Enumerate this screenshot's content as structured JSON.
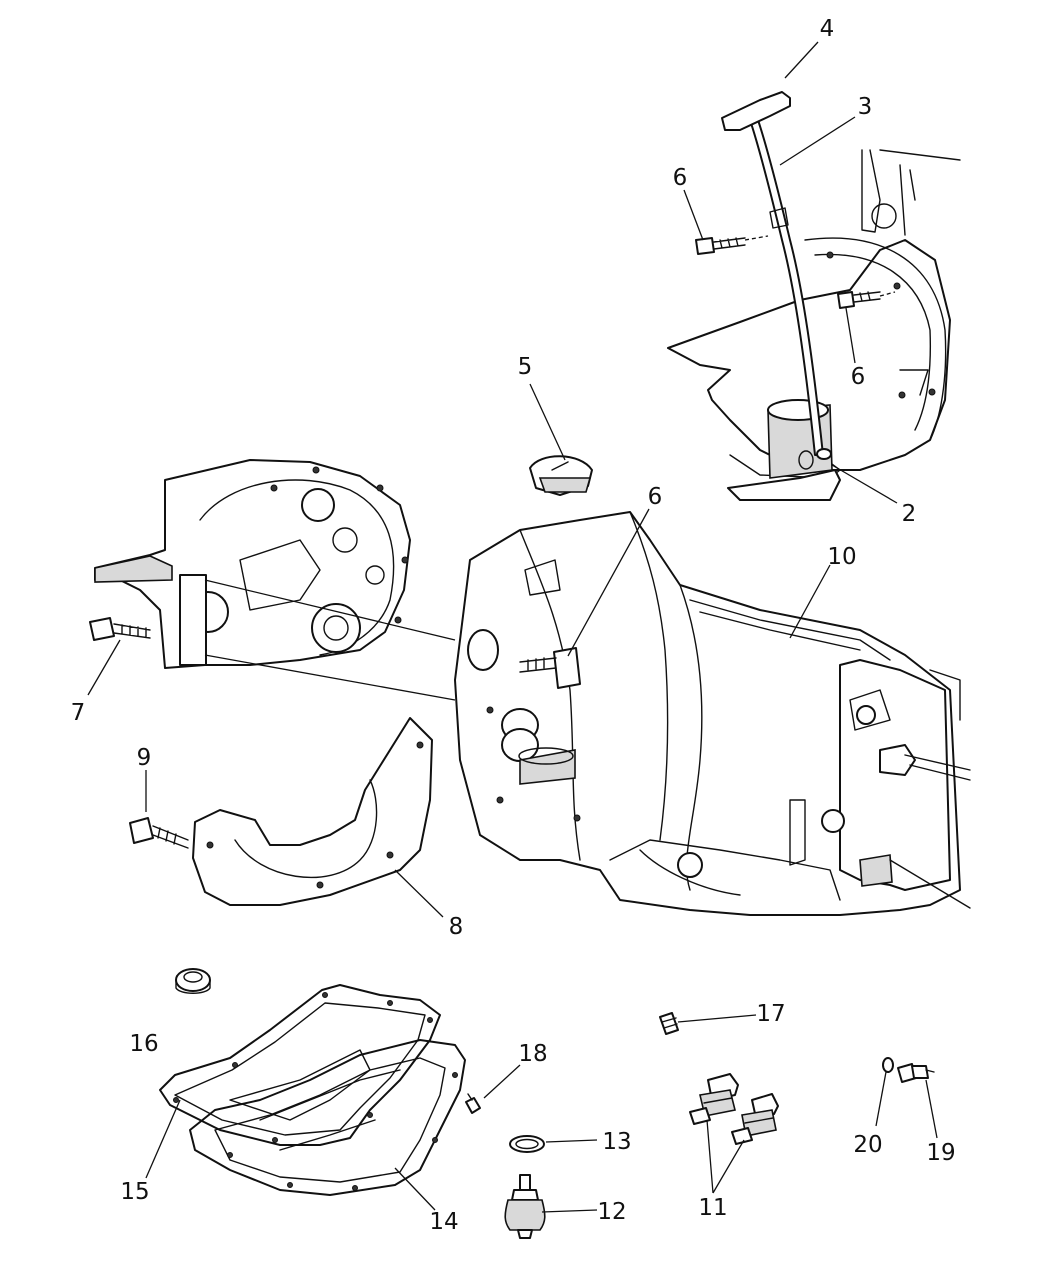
{
  "callouts": {
    "c2": "2",
    "c3": "3",
    "c4": "4",
    "c5": "5",
    "c6a": "6",
    "c6b": "6",
    "c6c": "6",
    "c7": "7",
    "c8": "8",
    "c9": "9",
    "c10": "10",
    "c11": "11",
    "c12": "12",
    "c13": "13",
    "c14": "14",
    "c15": "15",
    "c16": "16",
    "c17": "17",
    "c18": "18",
    "c19": "19",
    "c20": "20"
  }
}
